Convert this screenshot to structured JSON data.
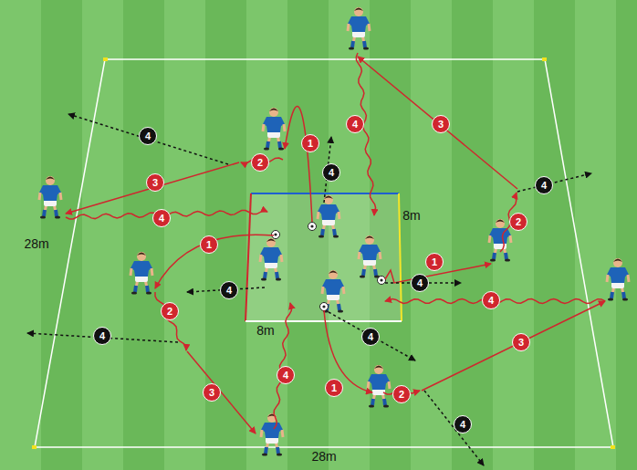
{
  "diagram": {
    "labels": [
      "4",
      "3",
      "4",
      "1",
      "2",
      "4",
      "3",
      "4",
      "8m",
      "4",
      "2",
      "28m",
      "1",
      "1",
      "4",
      "4",
      "4",
      "2",
      "8m",
      "4",
      "4",
      "3",
      "4",
      "1",
      "3",
      "2",
      "4",
      "28m"
    ]
  }
}
